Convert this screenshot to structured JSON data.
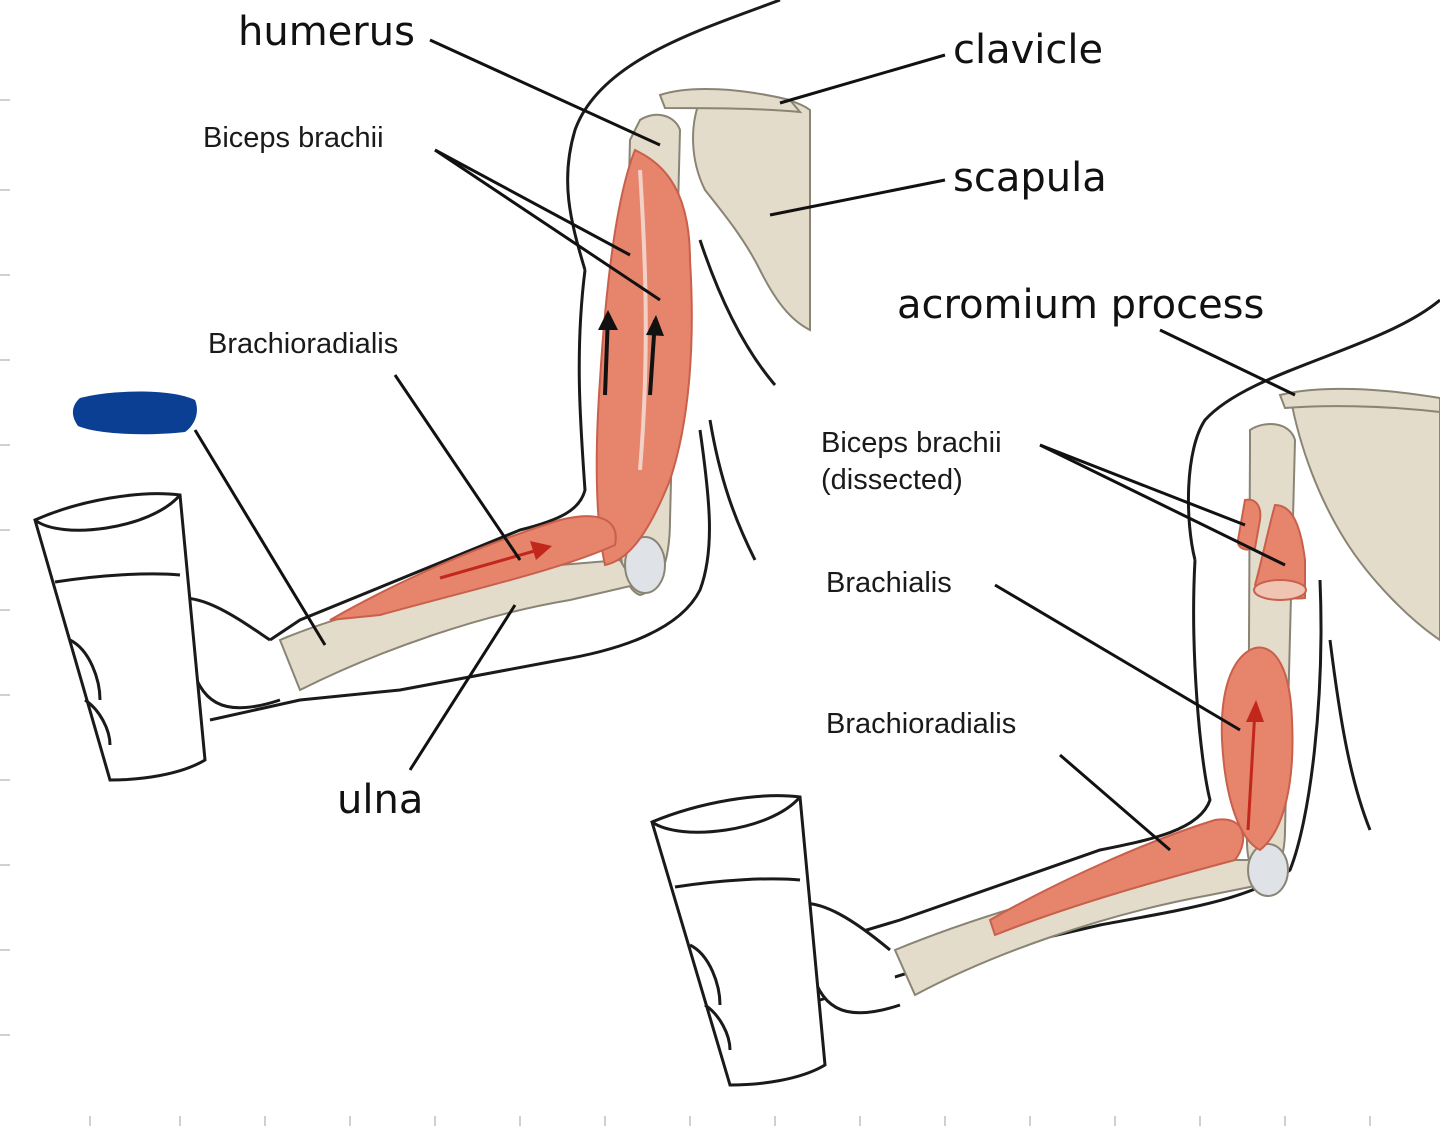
{
  "labels": {
    "humerus": "humerus",
    "clavicle": "clavicle",
    "scapula": "scapula",
    "biceps_left": "Biceps brachii",
    "brachioradialis_left": "Brachioradialis",
    "ulna": "ulna",
    "acromium": "acromium process",
    "biceps_dissected_line1": "Biceps brachii",
    "biceps_dissected_line2": "(dissected)",
    "brachialis": "Brachialis",
    "brachioradialis_right": "Brachioradialis"
  },
  "colors": {
    "muscle": "#e6846c",
    "muscle_dark": "#c9604b",
    "bone": "#e3dccb",
    "outline": "#1a1a1a",
    "redaction": "#0a3f94",
    "tendon": "#f3f1ee"
  }
}
